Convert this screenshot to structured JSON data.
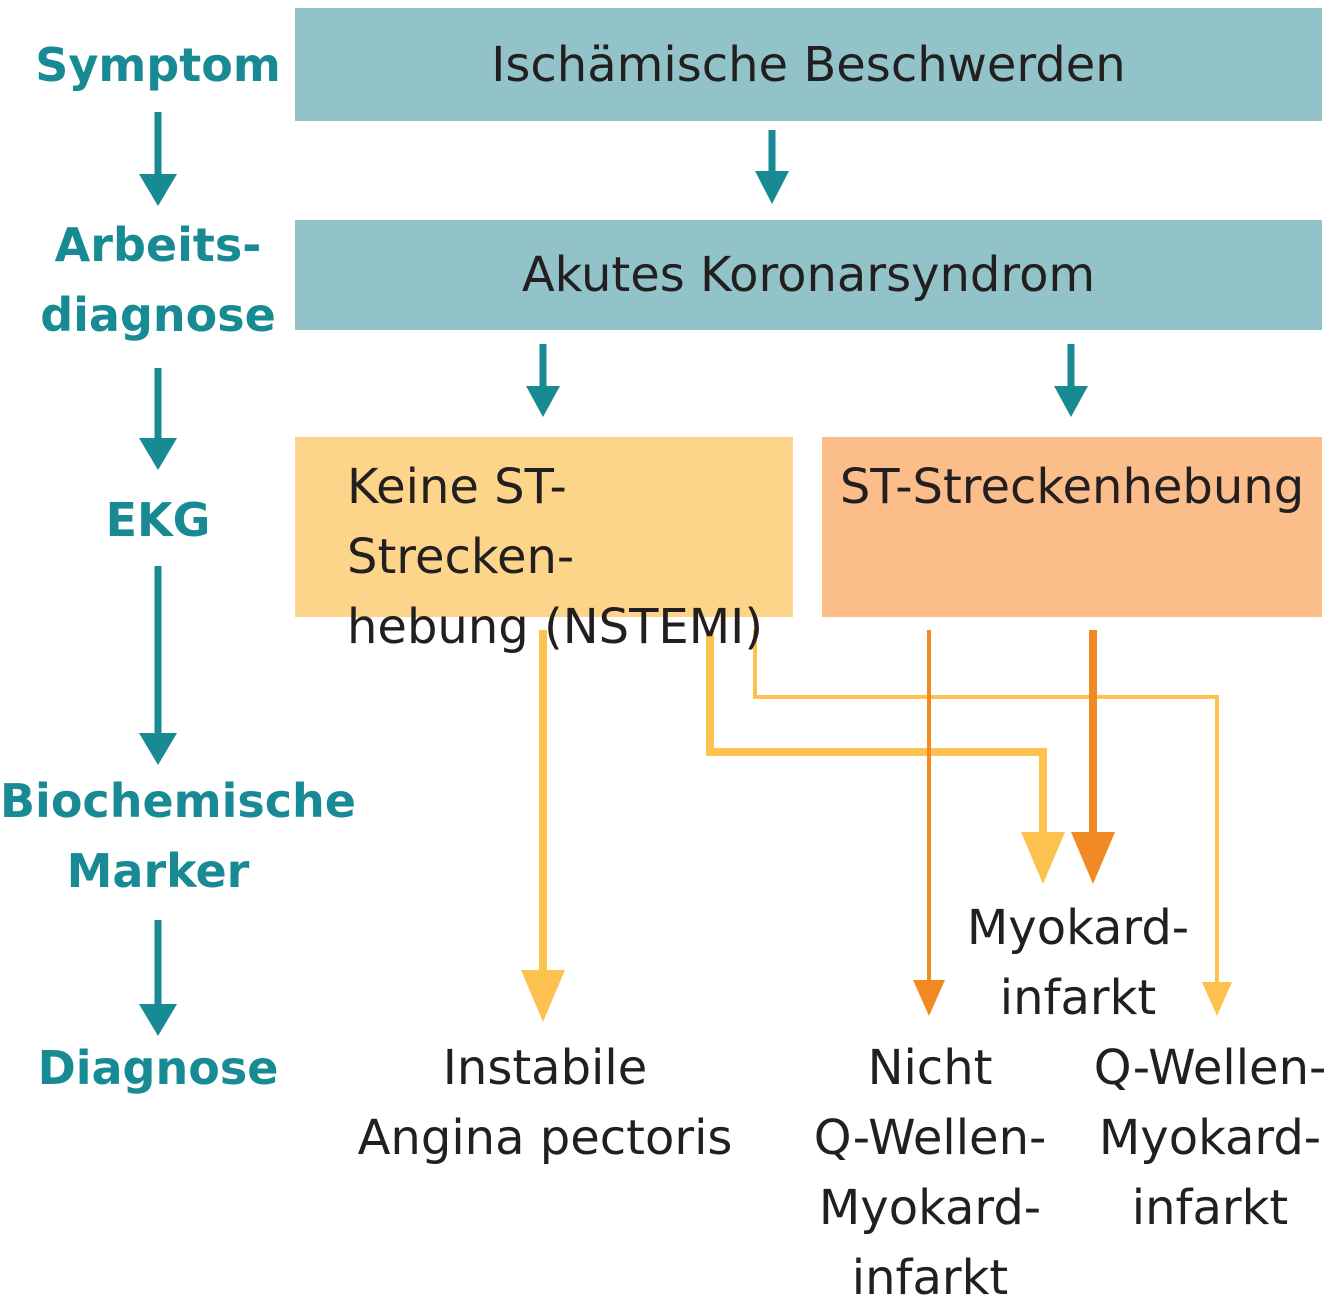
{
  "colors": {
    "teal": "#178a93",
    "teal_box": "#91c3c8",
    "yellow_box": "#fdd58a",
    "orange_box": "#fbbe8b",
    "yellow_line": "#fdc14f",
    "orange_line": "#f18a22",
    "text": "#231f20"
  },
  "steps": {
    "symptom": "Symptom",
    "working_diagnosis": "Arbeits-\ndiagnose",
    "ecg": "EKG",
    "markers": "Biochemische\nMarker",
    "diagnosis": "Diagnose"
  },
  "boxes": {
    "ischemic": "Ischämische Beschwerden",
    "acs": "Akutes Koronarsyndrom",
    "nstemi": "Keine ST-Strecken-\nhebung (NSTEMI)",
    "stemi": "ST-Streckenhebung"
  },
  "diagnoses": {
    "unstable_angina": "Instabile\nAngina pectoris",
    "mi": "Myokard-\ninfarkt",
    "non_q_mi": "Nicht\nQ-Wellen-\nMyokard-\ninfarkt",
    "q_mi": "Q-Wellen-\nMyokard-\ninfarkt"
  }
}
